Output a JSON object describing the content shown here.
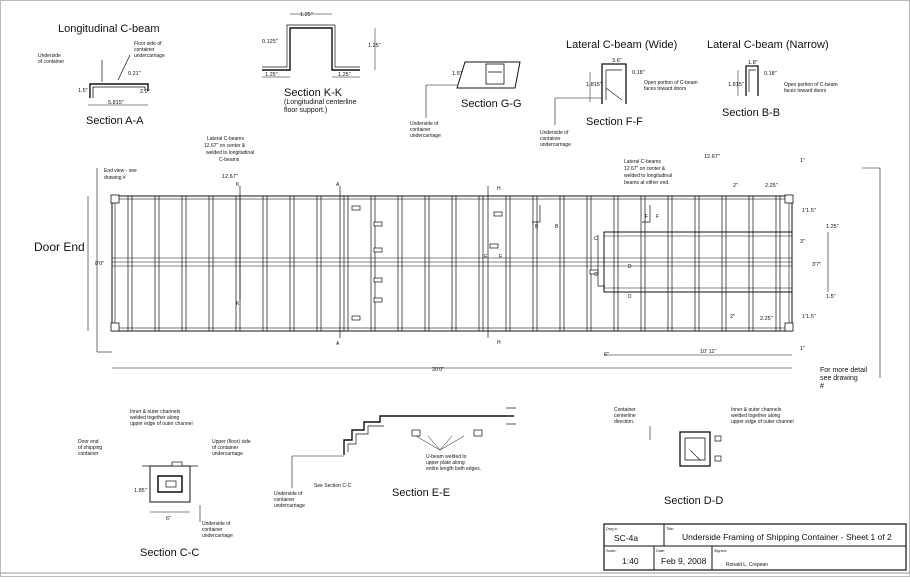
{
  "sections": {
    "a_a": {
      "header": "Longitudinal C-beam",
      "title": "Section A-A",
      "note_left": [
        "Underside",
        "of container"
      ],
      "note_right": [
        "Floor side of",
        "container",
        "undercarriage"
      ],
      "dims": [
        "0.21\"",
        "2.0\"",
        "1.5\"",
        "5.815\""
      ]
    },
    "k_k": {
      "title": "Section K-K",
      "subtitle": [
        "(Longitudinal centerline",
        "floor support.)"
      ],
      "dims": [
        "1.25\"",
        "0.125\"",
        "1.25\"",
        "1.25\"",
        "1.25\""
      ]
    },
    "g_g": {
      "title": "Section G-G",
      "note": [
        "Underside of",
        "container",
        "undercarriage"
      ],
      "dims": [
        "1.5\""
      ]
    },
    "f_f": {
      "header": "Lateral C-beam (Wide)",
      "title": "Section F-F",
      "note_right": [
        "Open portion of C-beam",
        "faces toward doors"
      ],
      "note_bottom": [
        "Underside of",
        "container",
        "undercarriage"
      ],
      "dims": [
        "3.6\"",
        "0.18\"",
        "1.815\""
      ]
    },
    "b_b": {
      "header": "Lateral C-beam (Narrow)",
      "title": "Section B-B",
      "note_right": [
        "Open portion of C-beam",
        "faces toward doors"
      ],
      "dims": [
        "1.8\"",
        "0.18\"",
        "1.815\""
      ]
    },
    "c_c": {
      "title": "Section C-C",
      "note_channels": [
        "Inner & outer channels",
        "welded together along",
        "upper edge of outer channel"
      ],
      "note_door": [
        "Door end",
        "of shipping",
        "container"
      ],
      "note_upper": [
        "Upper (floor) side",
        "of container",
        "undercarriage"
      ],
      "note_under": [
        "Underside of",
        "container",
        "undercarriage"
      ],
      "dims": [
        "1.85\"",
        "6\""
      ]
    },
    "e_e": {
      "title": "Section E-E",
      "note_ubeam": [
        "U-beam welded to",
        "upper plate along",
        "entire length both edges."
      ],
      "note_see": "See Section C-C",
      "note_under": [
        "Underside of",
        "container",
        "undercarriage"
      ]
    },
    "d_d": {
      "title": "Section D-D",
      "note_channels": [
        "Inner & outer channels",
        "welded together along",
        "upper edge of outer channel"
      ],
      "note_center": [
        "Container",
        "centerline",
        "direction."
      ]
    }
  },
  "plan": {
    "door_end": "Door End",
    "end_view_note": [
      "End view - see",
      "drawing #"
    ],
    "lateral_left": [
      "Lateral C-beams",
      "12.67\" on center &",
      "welded to longitudinal",
      "C-beams"
    ],
    "lateral_right": [
      "Lateral C-beams",
      "12.67\" on center &",
      "welded to longitudinal",
      "beams at either end."
    ],
    "more_detail": [
      "For more detail",
      "see drawing",
      "#"
    ],
    "dims": {
      "width": "8'0\"",
      "length": "20'0\"",
      "spacing_left": "12.67\"",
      "spacing_right": "12.67\"",
      "rear_length": "10' 11\"",
      "rear_width": "3'7\"",
      "side_top": "1'1.5\"",
      "side_bottom": "1'1.5\"",
      "d1": "1\"",
      "d2": "2\"",
      "d3": "2.25\"",
      "d4": "3\"",
      "d5": "1.25\"",
      "d6": "1.5\"",
      "d7": "2\"",
      "d8": "2.25\"",
      "d9": "6\"",
      "d10": "1\""
    },
    "section_marks": [
      "A",
      "A",
      "K",
      "K",
      "H",
      "H",
      "B",
      "B",
      "C",
      "C",
      "E",
      "E",
      "F",
      "F",
      "D",
      "D"
    ]
  },
  "title_block": {
    "drawing_label": "Dwg #:",
    "drawing_value": "SC-4a",
    "title_label": "Title:",
    "title_value": "Underside Framing of Shipping Container - Sheet 1 of 2",
    "scale_label": "Scale:",
    "scale_value": "1:40",
    "date_label": "Date:",
    "date_value": "Feb 9, 2008",
    "signed_label": "Signed:",
    "signed_value": "Ronald L. Crepean"
  }
}
